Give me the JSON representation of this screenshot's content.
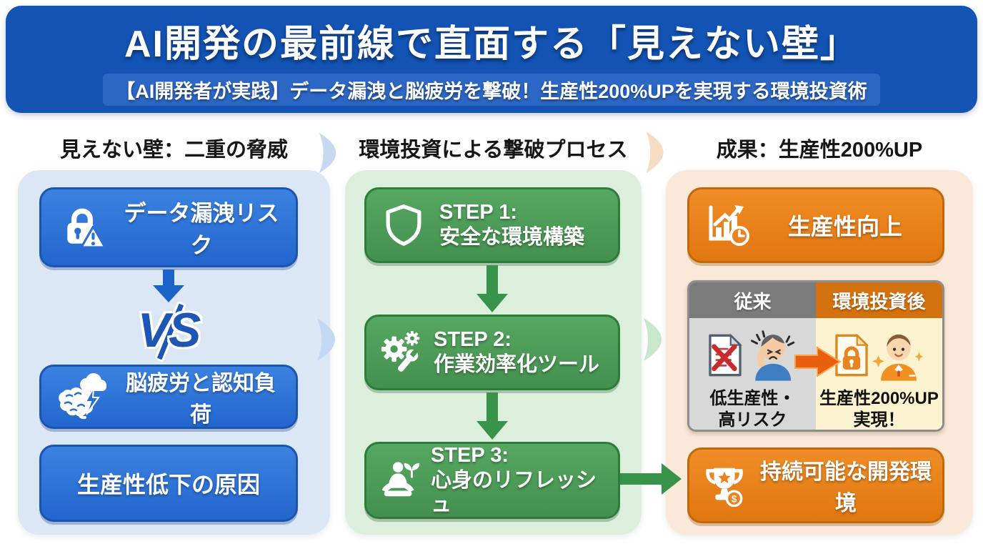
{
  "header": {
    "title": "AI開発の最前線で直面する「見えない壁」",
    "subtitle": "【AI開発者が実践】データ漏洩と脳疲労を撃破！生産性200%UPを実現する環境投資術"
  },
  "col_threats": {
    "header": "見えない壁：二重の脅威",
    "box_leak": "データ漏洩リスク",
    "vs": "VS",
    "box_brain": "脳疲労と認知負荷",
    "box_productivity": "生産性低下の原因"
  },
  "col_process": {
    "header": "環境投資による撃破プロセス",
    "steps": [
      {
        "label": "STEP 1:",
        "title": "安全な環境構築"
      },
      {
        "label": "STEP 2:",
        "title": "作業効率化ツール"
      },
      {
        "label": "STEP 3:",
        "title": "心身のリフレッシュ"
      }
    ]
  },
  "col_results": {
    "header": "成果：生産性200%UP",
    "box_productivity_up": "生産性向上",
    "comparison": {
      "before_header": "従来",
      "after_header": "環境投資後",
      "before_line1": "低生産性・",
      "before_line2": "高リスク",
      "after_line1": "生産性200%UP",
      "after_line2": "実現！"
    },
    "box_sustainable": "持続可能な開発環境"
  },
  "icons": {
    "lock_warning_icon": "🔒⚠",
    "brain_fatigue_icon": "🧠⚡",
    "shield_icon": "🛡",
    "gears_wrench_icon": "⚙🔧",
    "meditation_icon": "🧘🌱",
    "chart_growth_clock_icon": "📈🕐",
    "document_error_icon": "📄❌",
    "stressed_person_icon": "😣",
    "transform_arrow_icon": "➡",
    "document_lock_icon": "📄🔒",
    "happy_person_icon": "😊✨",
    "trophy_coin_icon": "🏆💲",
    "divider_crescent_icon": "◗"
  },
  "colors": {
    "banner_blue": "#1253b4",
    "threat_box_blue": "#2b73d8",
    "threat_panel_blue": "#dce7f5",
    "process_box_green": "#4b9c57",
    "process_panel_green": "#dcefdd",
    "result_box_orange": "#e8831d",
    "result_panel_peach": "#fae8d8",
    "before_header_gray": "#7b7b7b",
    "before_body_gray": "#d8d8d8",
    "after_header_orange": "#d4710f",
    "after_body_cream": "#fdf3d1",
    "vs_blue": "#1d56b5"
  }
}
